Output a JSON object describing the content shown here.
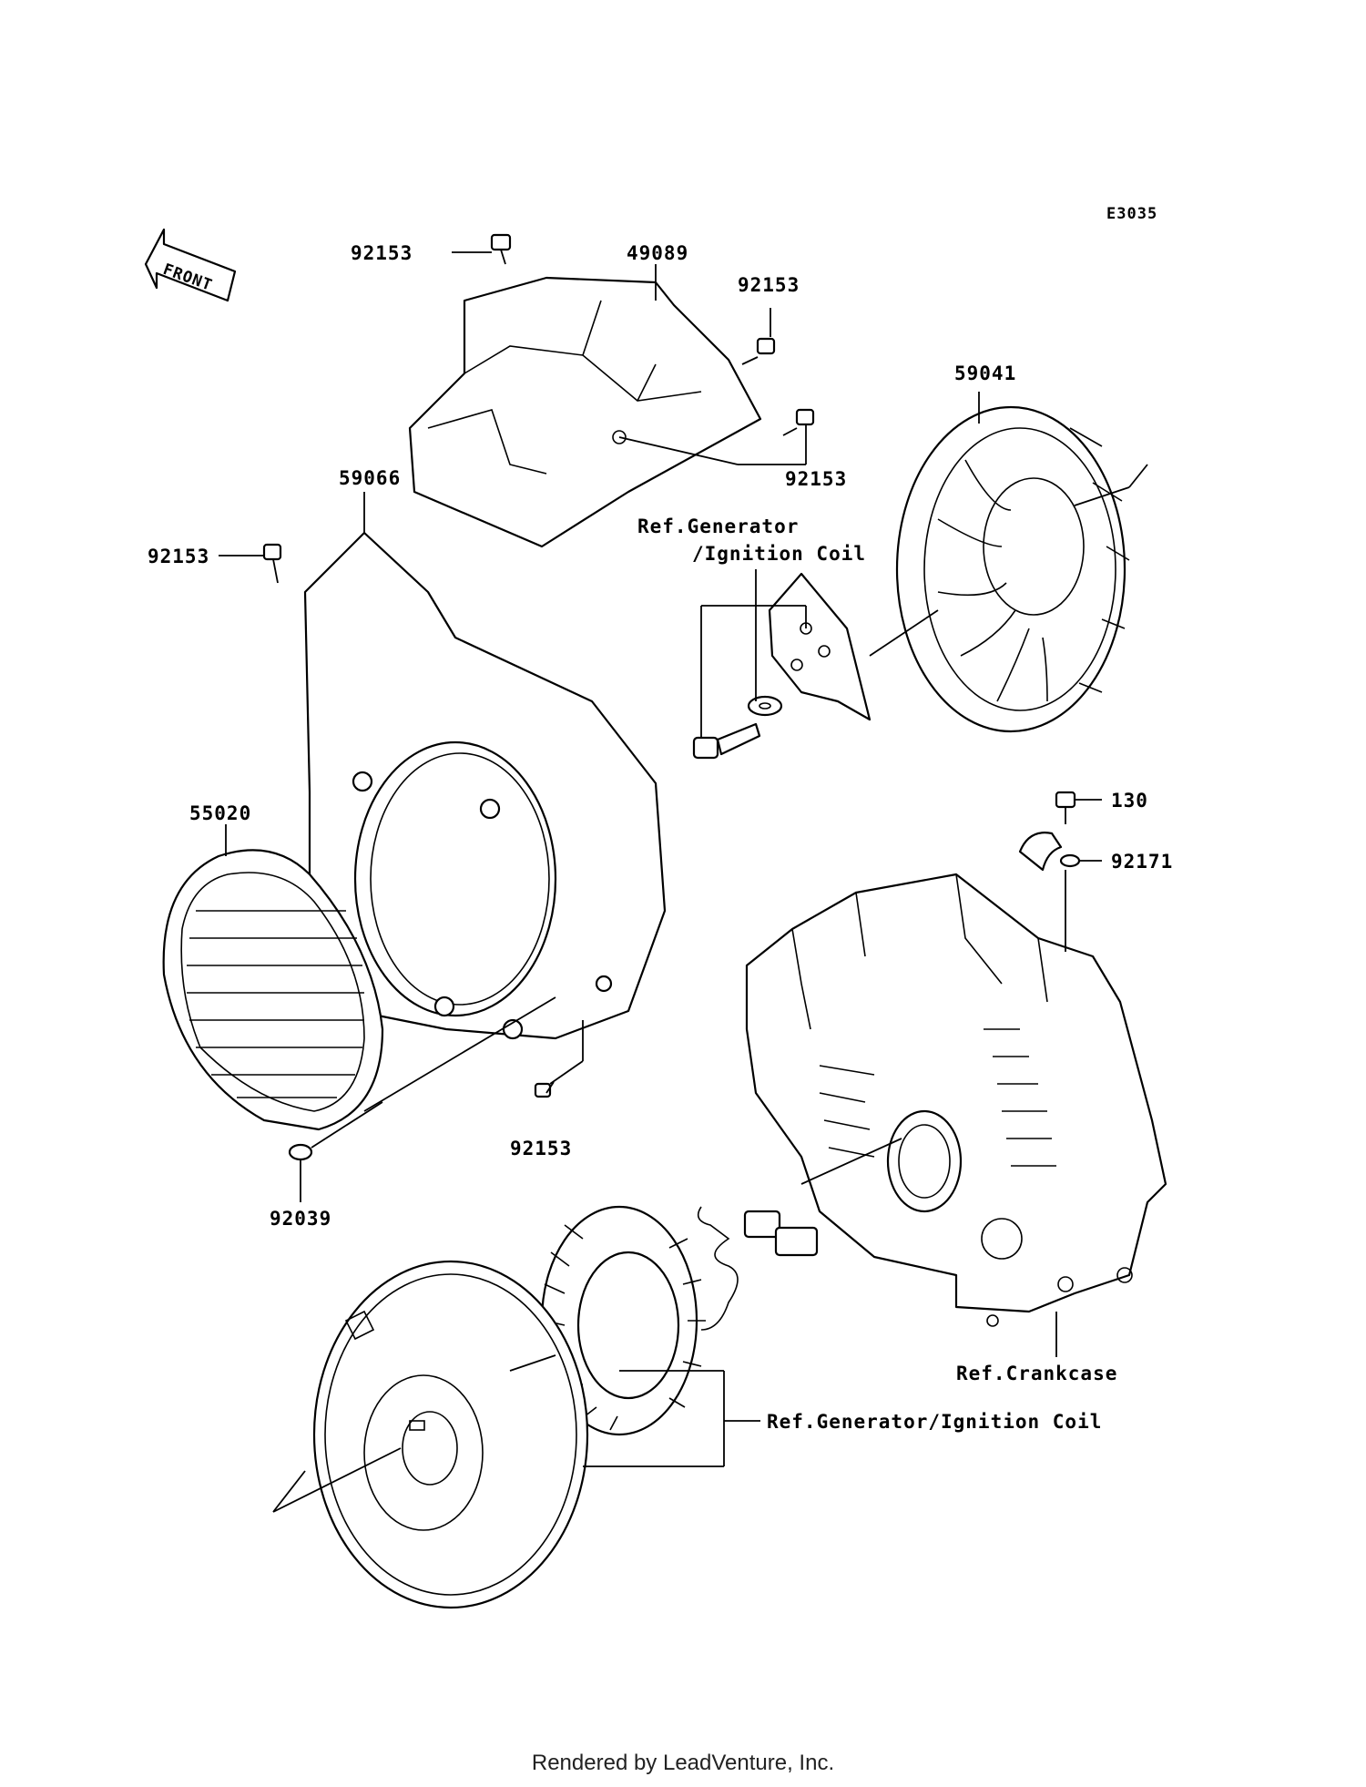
{
  "diagram": {
    "code": "E3035",
    "front_label": "FRONT",
    "labels": {
      "p92153_a": "92153",
      "p49089": "49089",
      "p92153_b": "92153",
      "p59041": "59041",
      "p92153_c": "92153",
      "p59066": "59066",
      "ref_gen_1a": "Ref.Generator",
      "ref_gen_1b": "/Ignition Coil",
      "p92153_d": "92153",
      "p130": "130",
      "p55020": "55020",
      "p92171": "92171",
      "p92153_e": "92153",
      "p92039": "92039",
      "ref_crankcase": "Ref.Crankcase",
      "ref_gen_2": "Ref.Generator/Ignition Coil"
    }
  },
  "footer": {
    "text": "Rendered by LeadVenture, Inc."
  }
}
